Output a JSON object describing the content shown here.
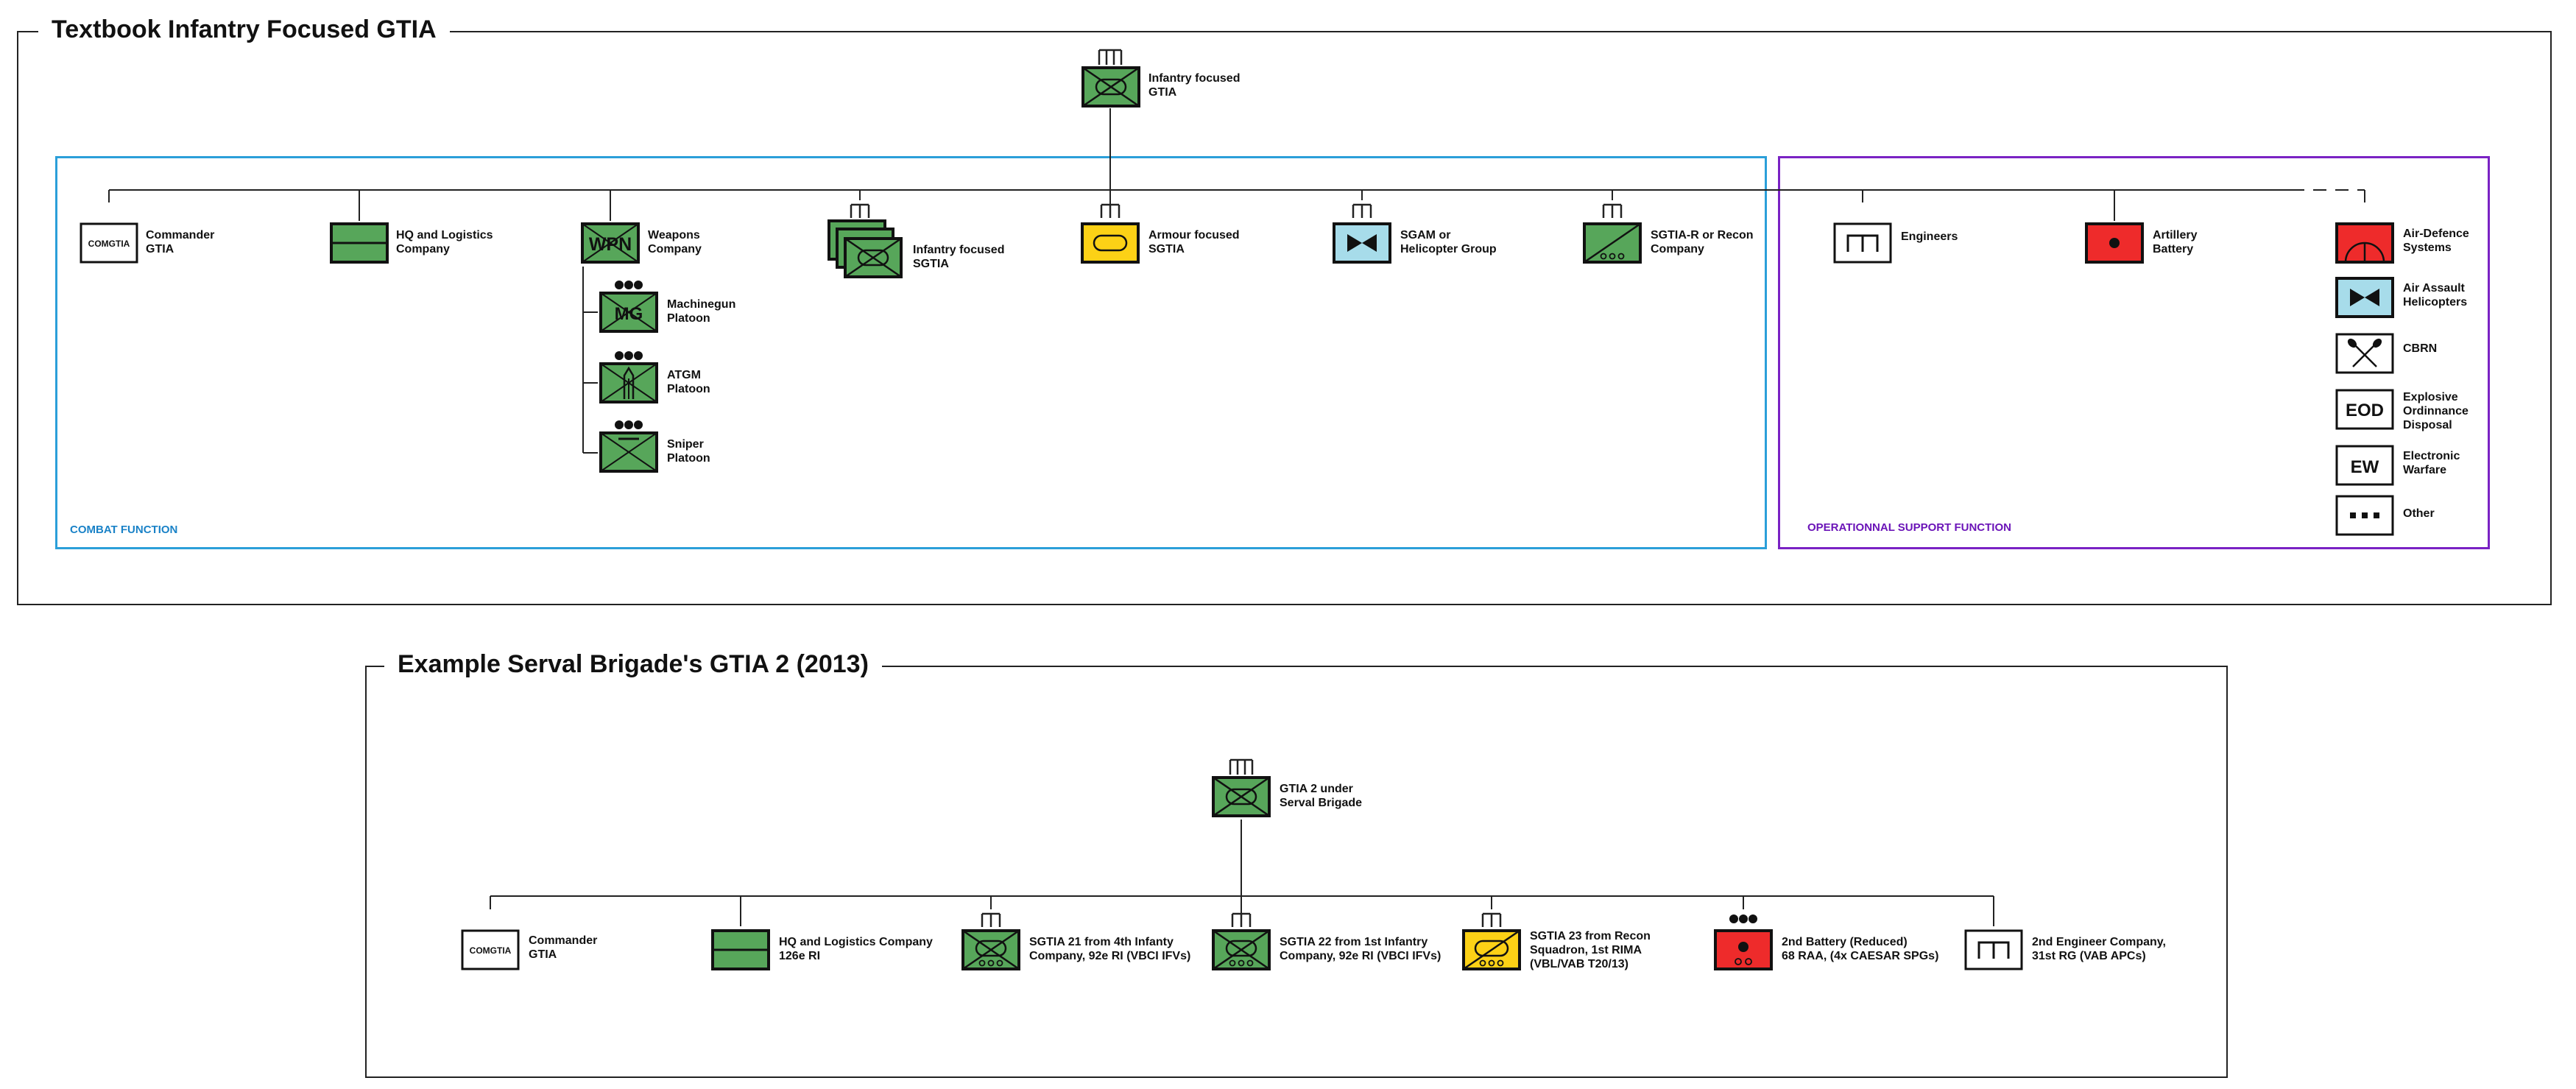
{
  "colors": {
    "friendly_green": "#57a65a",
    "armour_yellow": "#fcd116",
    "helicopter_cyan": "#a7dcea",
    "artillery_red": "#ee2b2b",
    "combat_border": "#2b9fd9",
    "support_border": "#7a22c4",
    "unit_white": "#ffffff"
  },
  "textbook": {
    "title": "Textbook Infantry Focused GTIA",
    "root_label": "Infantry focused\nGTIA",
    "combat_function_label": "COMBAT FUNCTION",
    "support_function_label": "OPERATIONNAL SUPPORT FUNCTION",
    "units": {
      "commander": {
        "symbol_text": "COMGTIA",
        "label": "Commander\nGTIA",
        "icon": "command-post-icon"
      },
      "hq_logistics": {
        "label": "HQ and Logistics\nCompany",
        "icon": "hq-logistics-icon"
      },
      "weapons": {
        "symbol_text": "WPN",
        "label": "Weapons\nCompany",
        "icon": "weapons-icon"
      },
      "machinegun": {
        "symbol_text": "MG",
        "label": "Machinegun\nPlatoon",
        "icon": "machinegun-icon"
      },
      "atgm": {
        "label": "ATGM\nPlatoon",
        "icon": "atgm-icon"
      },
      "sniper": {
        "label": "Sniper\nPlatoon",
        "icon": "sniper-icon"
      },
      "infantry_sgtia": {
        "label": "Infantry focused\nSGTIA",
        "icon": "mechanized-infantry-icon"
      },
      "armour_sgtia": {
        "label": "Armour focused\nSGTIA",
        "icon": "armour-icon"
      },
      "sgam": {
        "label": "SGAM or\nHelicopter Group",
        "icon": "helicopter-icon"
      },
      "recon": {
        "label": "SGTIA-R or Recon\nCompany",
        "icon": "recon-icon"
      },
      "engineers": {
        "label": "Engineers",
        "icon": "engineer-icon"
      },
      "artillery": {
        "label": "Artillery\nBattery",
        "icon": "artillery-icon"
      }
    },
    "optional_units": [
      {
        "label": "Air-Defence\nSystems",
        "icon": "air-defence-icon"
      },
      {
        "label": "Air Assault\nHelicopters",
        "icon": "helicopter-icon"
      },
      {
        "label": "CBRN",
        "icon": "cbrn-icon"
      },
      {
        "symbol_text": "EOD",
        "label": "Explosive\nOrdinnance\nDisposal",
        "icon": "eod-icon"
      },
      {
        "symbol_text": "EW",
        "label": "Electronic\nWarfare",
        "icon": "ew-icon"
      },
      {
        "label": "Other",
        "icon": "other-icon"
      }
    ]
  },
  "example": {
    "title": "Example Serval Brigade's GTIA 2 (2013)",
    "root_label": "GTIA 2 under\nServal Brigade",
    "units": [
      {
        "symbol_text": "COMGTIA",
        "label": "Commander\nGTIA",
        "icon": "command-post-icon"
      },
      {
        "label": "HQ and Logistics Company\n126e RI",
        "icon": "hq-logistics-icon"
      },
      {
        "label": "SGTIA 21 from 4th Infanty\nCompany, 92e RI (VBCI IFVs)",
        "icon": "wheeled-infantry-icon"
      },
      {
        "label": "SGTIA 22 from 1st Infantry\nCompany, 92e RI (VBCI IFVs)",
        "icon": "wheeled-infantry-icon"
      },
      {
        "label": "SGTIA 23 from Recon\nSquadron, 1st RIMA\n(VBL/VAB T20/13)",
        "icon": "wheeled-recon-icon"
      },
      {
        "label": "2nd Battery (Reduced)\n68 RAA, (4x CAESAR SPGs)",
        "icon": "wheeled-artillery-icon"
      },
      {
        "label": "2nd Engineer Company,\n31st RG (VAB APCs)",
        "icon": "engineer-icon"
      }
    ]
  }
}
